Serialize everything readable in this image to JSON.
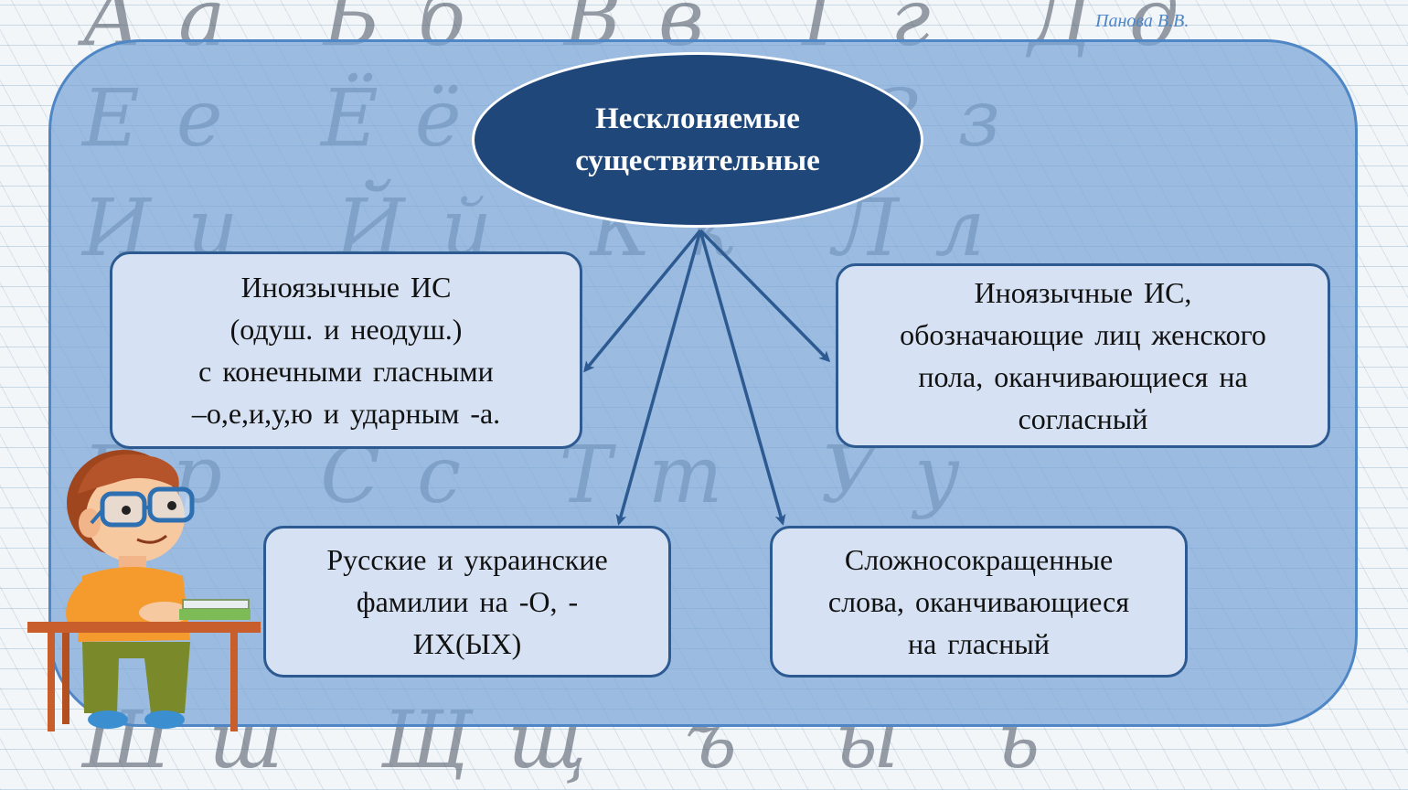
{
  "author": "Панова В.В.",
  "background_letters": {
    "row1": "Аа Бб Вв Гг Дд",
    "row2": "Ее Ёё Жж Зз",
    "row3": "Ии Йй Кк Лл",
    "row4": "Рр Сс Тт Уу",
    "row5": "Шш Щщ ъ ы ь"
  },
  "diagram": {
    "root": "Несклоняемые\nсуществительные",
    "nodes": {
      "left": "Иноязычные ИС\n(одуш.  и неодуш.)\nс конечными гласными\n–о,е,и,у,ю    и ударным   -а.",
      "right": "Иноязычные ИС,\nобозначающие лиц женского\nпола, оканчивающиеся на\nсогласный",
      "bottom_left": "Русские и украинские\nфамилии на  -О, -\nИХ(ЫХ)",
      "bottom_right": "Сложносокращенные\nслова, оканчивающиеся\nна гласный"
    }
  },
  "colors": {
    "panel": "#7aa6d8",
    "ellipse": "#1f477a",
    "box_fill": "#d6e2f3",
    "box_border": "#2c5a91",
    "arrow": "#2c5a91"
  },
  "illustration": "boy-at-desk"
}
